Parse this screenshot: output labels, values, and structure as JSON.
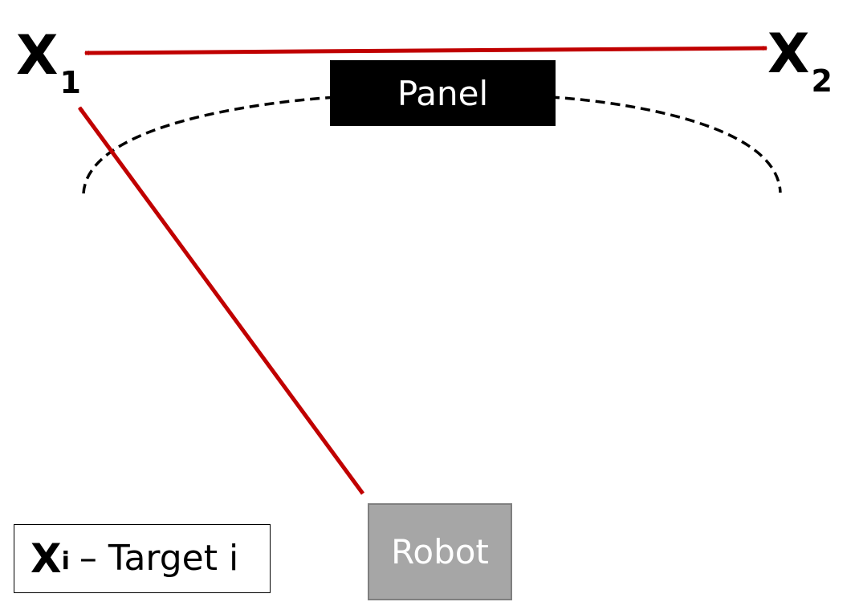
{
  "targets": [
    {
      "symbol": "X",
      "subscript": "1"
    },
    {
      "symbol": "X",
      "subscript": "2"
    }
  ],
  "panel": {
    "label": "Panel"
  },
  "robot": {
    "label": "Robot"
  },
  "legend": {
    "symbol": "X",
    "subscript": "i",
    "text": "– Target i"
  },
  "colors": {
    "arrow": "#c00000",
    "panel_fill": "#000000",
    "robot_fill": "#a6a6a6",
    "robot_border": "#7f7f7f",
    "boundary": "#000000"
  },
  "icons": {
    "arrowheads": "triangle",
    "boundary": "dashed-arc"
  }
}
